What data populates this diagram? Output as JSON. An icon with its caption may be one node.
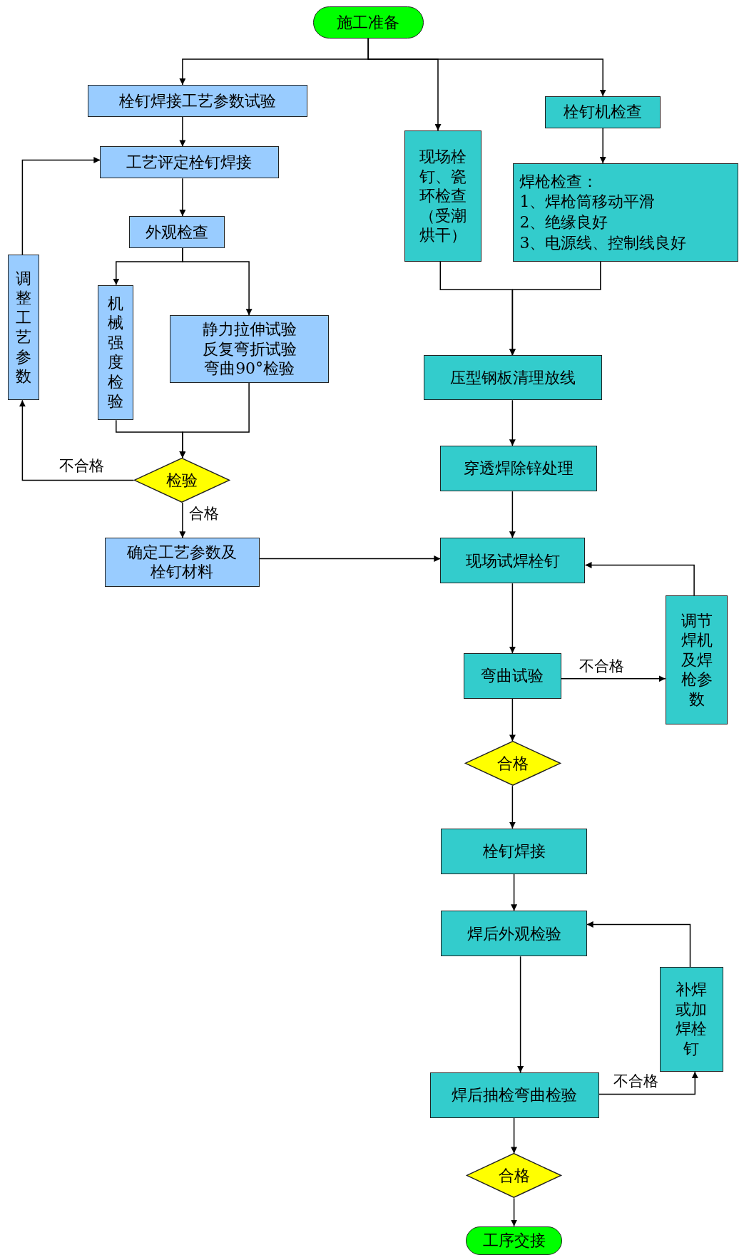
{
  "diagram": {
    "nodes": [
      {
        "text": [
          "施工准备"
        ]
      },
      {
        "text": [
          "栓钉焊接工艺参数试验"
        ]
      },
      {
        "text": [
          "工艺评定栓钉焊接"
        ]
      },
      {
        "text": [
          "外观检查"
        ]
      },
      {
        "text": [
          "机械强度检验"
        ]
      },
      {
        "text": [
          "静力拉伸试验反复弯折试验弯曲90°检验"
        ]
      },
      {
        "text": [
          "检验"
        ]
      },
      {
        "text": [
          "确定工艺参数及栓钉材料"
        ]
      },
      {
        "text": [
          "调整工艺参数"
        ]
      },
      {
        "text": [
          "现场栓钉、瓷环检查（受潮烘干）"
        ]
      },
      {
        "text": [
          "栓钉机检查"
        ]
      },
      {
        "text": [
          "焊枪检查：",
          "1、焊枪筒移动平滑",
          "2、绝缘良好",
          "3、电源线、控制线良好"
        ]
      },
      {
        "text": [
          "压型钢板清理放线"
        ]
      },
      {
        "text": [
          "穿透焊除锌处理"
        ]
      },
      {
        "text": [
          "现场试焊栓钉"
        ]
      },
      {
        "text": [
          "调节焊机及焊枪参数"
        ]
      },
      {
        "text": [
          "弯曲试验"
        ]
      },
      {
        "text": [
          "合格"
        ]
      },
      {
        "text": [
          "栓钉焊接"
        ]
      },
      {
        "text": [
          "焊后外观检验"
        ]
      },
      {
        "text": [
          "补焊或加焊栓钉"
        ]
      },
      {
        "text": [
          "焊后抽检弯曲检验"
        ]
      },
      {
        "text": [
          "合格"
        ]
      },
      {
        "text": [
          "工序交接"
        ]
      }
    ],
    "edges": [
      {
        "from": 0,
        "to": 1,
        "arrow": "to"
      },
      {
        "from": 0,
        "to": 9,
        "arrow": "to"
      },
      {
        "from": 0,
        "to": 10,
        "arrow": "to"
      },
      {
        "from": 1,
        "to": 2,
        "arrow": "to"
      },
      {
        "from": 2,
        "to": 3,
        "arrow": "to"
      },
      {
        "from": 3,
        "to": 4,
        "arrow": "to"
      },
      {
        "from": 3,
        "to": 5,
        "arrow": "to"
      },
      {
        "from": 4,
        "to": 6,
        "arrow": "to"
      },
      {
        "from": 5,
        "to": 6,
        "arrow": "to"
      },
      {
        "from": 6,
        "to": 8,
        "arrow": "to",
        "label": "不合格"
      },
      {
        "from": 8,
        "to": 2,
        "arrow": "to"
      },
      {
        "from": 6,
        "to": 7,
        "arrow": "to",
        "label": "合格"
      },
      {
        "from": 7,
        "to": 14,
        "arrow": "to"
      },
      {
        "from": 10,
        "to": 11,
        "arrow": "to"
      },
      {
        "from": 9,
        "to": 12,
        "arrow": "to"
      },
      {
        "from": 11,
        "to": 12,
        "arrow": "to"
      },
      {
        "from": 12,
        "to": 13,
        "arrow": "to"
      },
      {
        "from": 13,
        "to": 14,
        "arrow": "to"
      },
      {
        "from": 14,
        "to": 16,
        "arrow": "to"
      },
      {
        "from": 16,
        "to": 15,
        "arrow": "to",
        "label": "不合格"
      },
      {
        "from": 15,
        "to": 14,
        "arrow": "to"
      },
      {
        "from": 16,
        "to": 17,
        "arrow": "to"
      },
      {
        "from": 17,
        "to": 18,
        "arrow": "to"
      },
      {
        "from": 18,
        "to": 19,
        "arrow": "to"
      },
      {
        "from": 19,
        "to": 21,
        "arrow": "to"
      },
      {
        "from": 21,
        "to": 20,
        "arrow": "to",
        "label": "不合格"
      },
      {
        "from": 20,
        "to": 19,
        "arrow": "to"
      },
      {
        "from": 21,
        "to": 22,
        "arrow": "to"
      },
      {
        "from": 22,
        "to": 23,
        "arrow": "to"
      }
    ]
  }
}
